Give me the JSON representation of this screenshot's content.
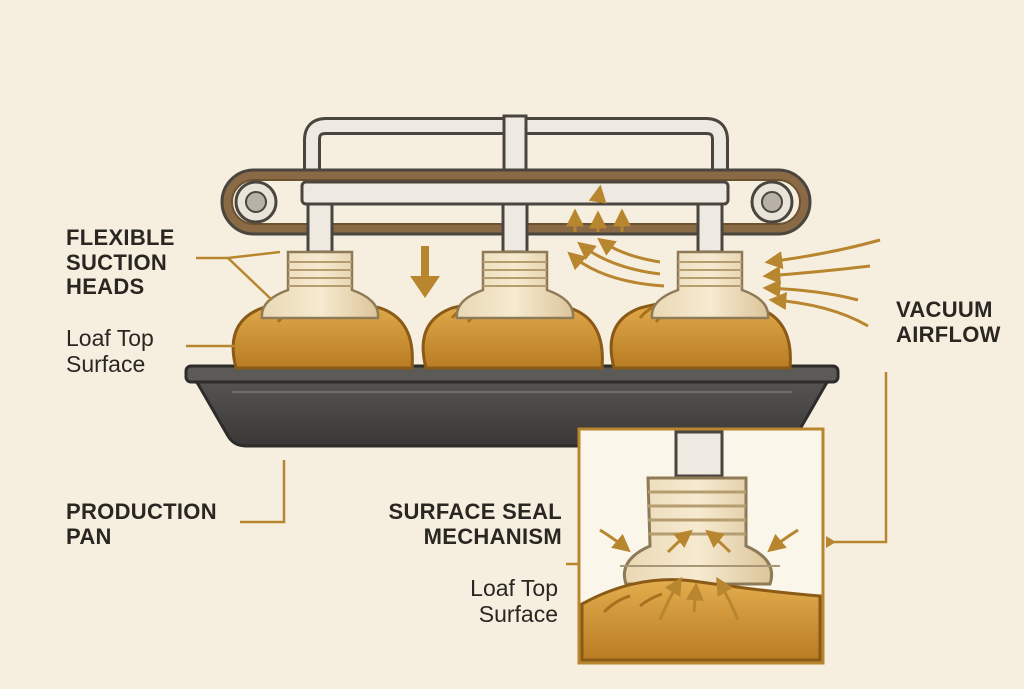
{
  "labels": {
    "suction_heads": [
      "FLEXIBLE",
      "SUCTION",
      "HEADS"
    ],
    "loaf_top_left": [
      "Loaf Top",
      "Surface"
    ],
    "vacuum_airflow": [
      "VACUUM",
      "AIRFLOW"
    ],
    "production_pan": [
      "PRODUCTION",
      "PAN"
    ],
    "surface_seal": [
      "SURFACE SEAL",
      "MECHANISM"
    ],
    "loaf_top_inset": [
      "Loaf Top",
      "Surface"
    ]
  },
  "colors": {
    "background": "#f6efdf",
    "accent": "#b8862f",
    "bread": "#d49a3c",
    "bread_shadow": "#a8701f",
    "pan": "#4a4845",
    "rail": "#eeeae2",
    "outline": "#4a463f",
    "text": "#2a2723"
  }
}
